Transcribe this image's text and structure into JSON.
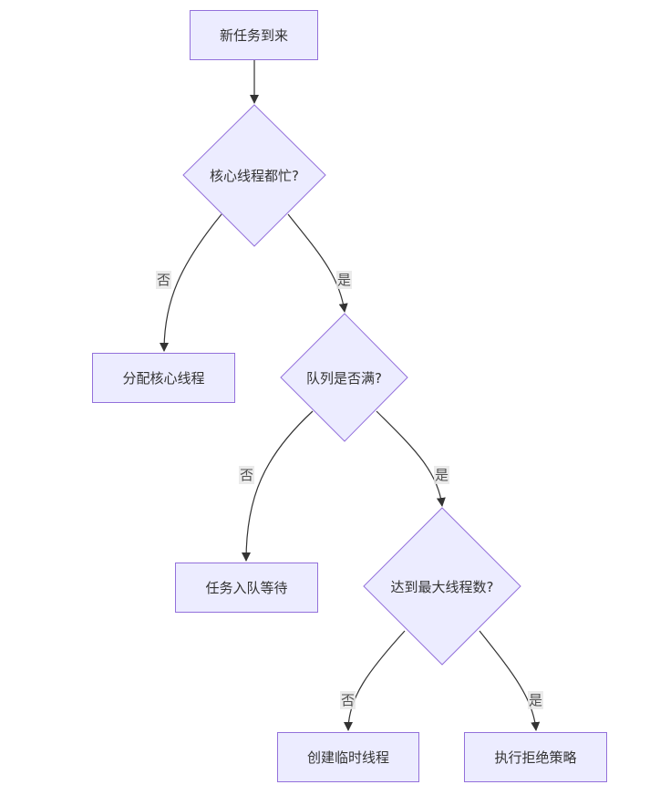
{
  "diagram": {
    "type": "flowchart",
    "colors": {
      "node_fill": "#ECECFF",
      "node_stroke": "#9370DB",
      "edge": "#333333",
      "edge_label_bg": "#e8e8e8",
      "text": "#333333"
    },
    "nodes": {
      "start": "新任务到来",
      "core_busy": "核心线程都忙?",
      "assign_core": "分配核心线程",
      "queue_full": "队列是否满?",
      "enqueue": "任务入队等待",
      "max_threads": "达到最大线程数?",
      "create_temp": "创建临时线程",
      "reject": "执行拒绝策略"
    },
    "edges": [
      {
        "from": "start",
        "to": "core_busy",
        "label": ""
      },
      {
        "from": "core_busy",
        "to": "assign_core",
        "label": "否"
      },
      {
        "from": "core_busy",
        "to": "queue_full",
        "label": "是"
      },
      {
        "from": "queue_full",
        "to": "enqueue",
        "label": "否"
      },
      {
        "from": "queue_full",
        "to": "max_threads",
        "label": "是"
      },
      {
        "from": "max_threads",
        "to": "create_temp",
        "label": "否"
      },
      {
        "from": "max_threads",
        "to": "reject",
        "label": "是"
      }
    ]
  }
}
